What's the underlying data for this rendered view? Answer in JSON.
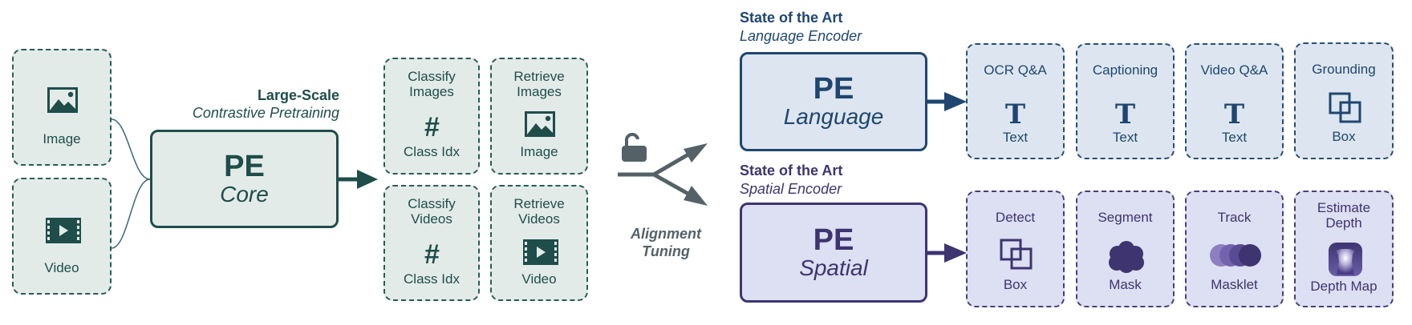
{
  "colors": {
    "teal": "#1e4d4a",
    "navy": "#1f4670",
    "purple": "#3e3470",
    "gray": "#546268"
  },
  "inputs": [
    {
      "label": "Image",
      "icon": "image-icon"
    },
    {
      "label": "Video",
      "icon": "video-icon"
    }
  ],
  "core": {
    "header_bold": "Large-Scale",
    "header_italic": "Contrastive Pretraining",
    "pe": "PE",
    "name": "Core"
  },
  "core_tasks": [
    {
      "title": "Classify Images",
      "icon": "hash-icon",
      "glyph": "#",
      "output": "Class Idx"
    },
    {
      "title": "Retrieve Images",
      "icon": "image-icon",
      "output": "Image"
    },
    {
      "title": "Classify Videos",
      "icon": "hash-icon",
      "glyph": "#",
      "output": "Class Idx"
    },
    {
      "title": "Retrieve Videos",
      "icon": "video-icon",
      "output": "Video"
    }
  ],
  "alignment": {
    "label_line1": "Alignment",
    "label_line2": "Tuning",
    "icon": "unlock-icon"
  },
  "language": {
    "header_bold": "State of the Art",
    "header_italic": "Language Encoder",
    "pe": "PE",
    "name": "Language",
    "tasks": [
      {
        "title": "OCR Q&A",
        "icon": "text-icon",
        "glyph": "T",
        "output": "Text"
      },
      {
        "title": "Captioning",
        "icon": "text-icon",
        "glyph": "T",
        "output": "Text"
      },
      {
        "title": "Video Q&A",
        "icon": "text-icon",
        "glyph": "T",
        "output": "Text"
      },
      {
        "title": "Grounding",
        "icon": "box-icon",
        "output": "Box"
      }
    ]
  },
  "spatial": {
    "header_bold": "State of the Art",
    "header_italic": "Spatial Encoder",
    "pe": "PE",
    "name": "Spatial",
    "tasks": [
      {
        "title": "Detect",
        "icon": "box-icon",
        "output": "Box"
      },
      {
        "title": "Segment",
        "icon": "mask-icon",
        "output": "Mask"
      },
      {
        "title": "Track",
        "icon": "masklet-icon",
        "output": "Masklet"
      },
      {
        "title": "Estimate Depth",
        "icon": "depth-map-icon",
        "output": "Depth Map"
      }
    ]
  }
}
